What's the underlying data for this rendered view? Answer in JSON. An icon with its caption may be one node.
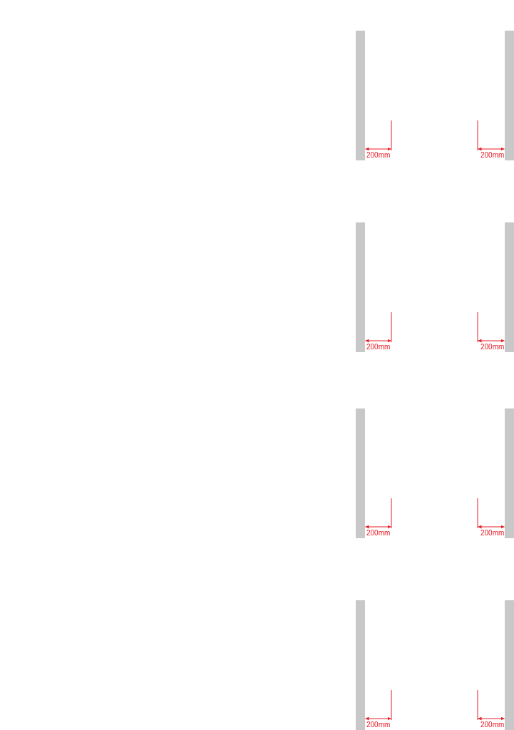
{
  "diagram": {
    "labels": [
      "200mm",
      "200mm",
      "200mm",
      "200mm",
      "200mm",
      "200mm",
      "200mm",
      "200mm"
    ]
  }
}
